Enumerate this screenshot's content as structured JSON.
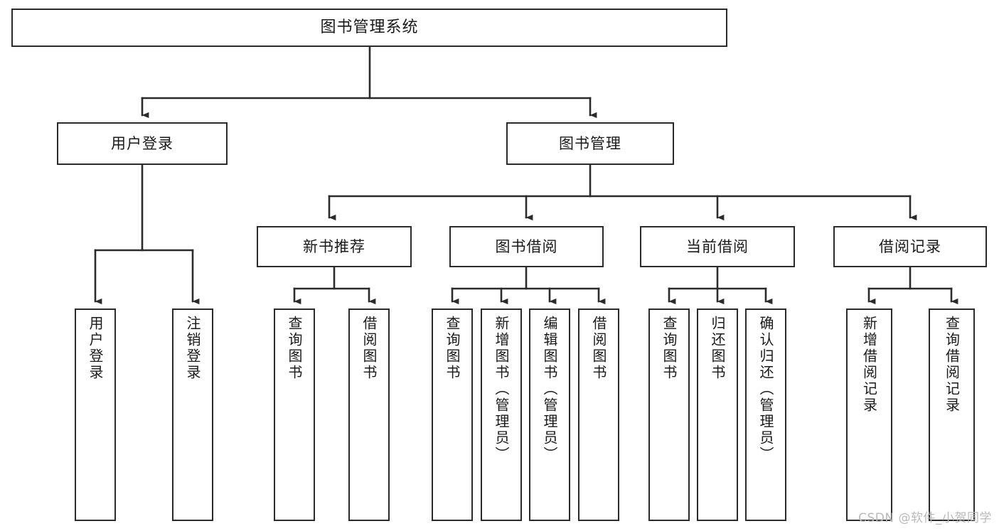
{
  "diagram": {
    "title": "图书管理系统",
    "watermark": "CSDN @软件_小贺同学",
    "line_color": "#2b2b2b",
    "box_fill": "#ffffff",
    "text_color": "#1a1a1a",
    "watermark_color": "#b9b9b9",
    "root": {
      "label": "图书管理系统"
    },
    "level1": [
      {
        "label": "用户登录"
      },
      {
        "label": "图书管理"
      }
    ],
    "level2": [
      {
        "label": "新书推荐"
      },
      {
        "label": "图书借阅"
      },
      {
        "label": "当前借阅"
      },
      {
        "label": "借阅记录"
      }
    ],
    "leaves": [
      {
        "label": "用户登录",
        "parent": "用户登录"
      },
      {
        "label": "注销登录",
        "parent": "用户登录"
      },
      {
        "label": "查询图书",
        "parent": "新书推荐"
      },
      {
        "label": "借阅图书",
        "parent": "新书推荐"
      },
      {
        "label": "查询图书",
        "parent": "图书借阅"
      },
      {
        "label": "新增图书（管理员）",
        "parent": "图书借阅"
      },
      {
        "label": "编辑图书（管理员）",
        "parent": "图书借阅"
      },
      {
        "label": "借阅图书",
        "parent": "图书借阅"
      },
      {
        "label": "查询图书",
        "parent": "当前借阅"
      },
      {
        "label": "归还图书",
        "parent": "当前借阅"
      },
      {
        "label": "确认归还（管理员）",
        "parent": "当前借阅"
      },
      {
        "label": "新增借阅记录",
        "parent": "借阅记录"
      },
      {
        "label": "查询借阅记录",
        "parent": "借阅记录"
      }
    ]
  }
}
